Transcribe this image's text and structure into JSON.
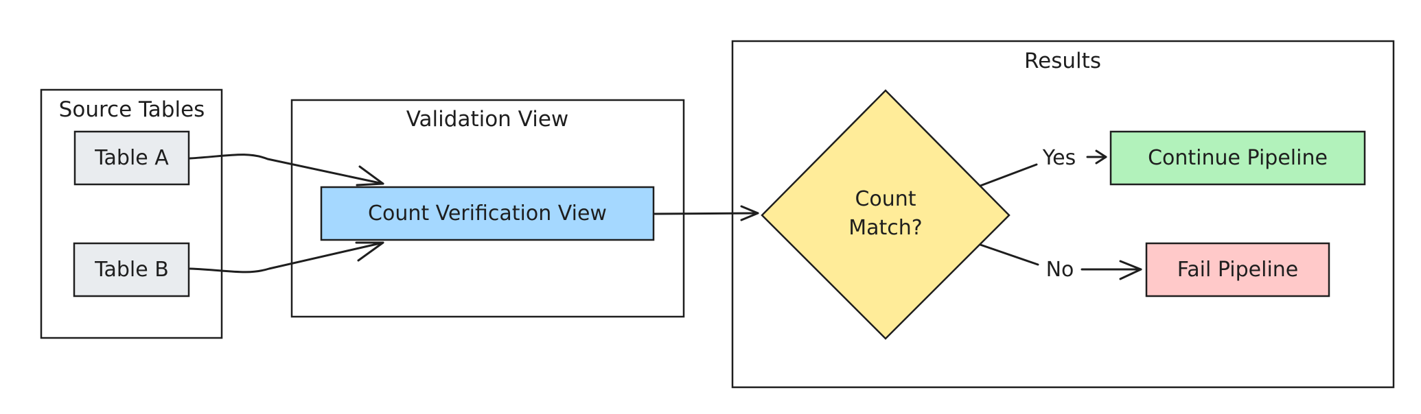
{
  "groups": {
    "source": {
      "label": "Source Tables"
    },
    "validation": {
      "label": "Validation View"
    },
    "results": {
      "label": "Results"
    }
  },
  "nodes": {
    "table_a": {
      "label": "Table A",
      "fill": "#e9ecef"
    },
    "table_b": {
      "label": "Table B",
      "fill": "#e9ecef"
    },
    "count_view": {
      "label": "Count Verification View",
      "fill": "#a5d8ff"
    },
    "decision": {
      "line1": "Count",
      "line2": "Match?",
      "fill": "#ffec99"
    },
    "continue": {
      "label": "Continue Pipeline",
      "fill": "#b2f2bb"
    },
    "fail": {
      "label": "Fail Pipeline",
      "fill": "#ffc9c9"
    }
  },
  "edges": {
    "yes": {
      "label": "Yes"
    },
    "no": {
      "label": "No"
    }
  }
}
